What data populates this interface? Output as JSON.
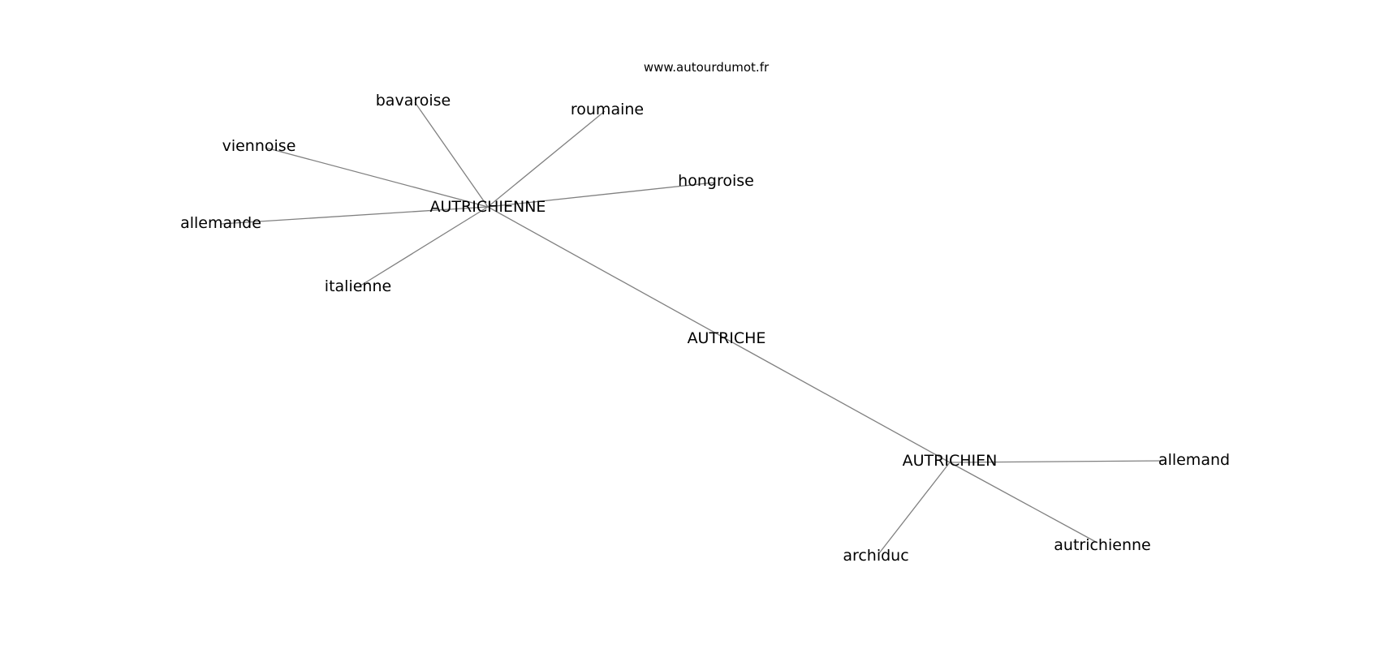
{
  "credit": "www.autourdumot.fr",
  "graph": {
    "nodes": [
      {
        "id": "autriche",
        "label": "AUTRICHE"
      },
      {
        "id": "autrichienne_hub",
        "label": "AUTRICHIENNE"
      },
      {
        "id": "autrichien_hub",
        "label": "AUTRICHIEN"
      },
      {
        "id": "bavaroise",
        "label": "bavaroise"
      },
      {
        "id": "roumaine",
        "label": "roumaine"
      },
      {
        "id": "viennoise",
        "label": "viennoise"
      },
      {
        "id": "hongroise",
        "label": "hongroise"
      },
      {
        "id": "allemande",
        "label": "allemande"
      },
      {
        "id": "italienne",
        "label": "italienne"
      },
      {
        "id": "allemand",
        "label": "allemand"
      },
      {
        "id": "archiduc",
        "label": "archiduc"
      },
      {
        "id": "autrichienne",
        "label": "autrichienne"
      }
    ],
    "edges": [
      {
        "from": "autrichienne_hub",
        "to": "autriche"
      },
      {
        "from": "autriche",
        "to": "autrichien_hub"
      },
      {
        "from": "autrichienne_hub",
        "to": "bavaroise"
      },
      {
        "from": "autrichienne_hub",
        "to": "roumaine"
      },
      {
        "from": "autrichienne_hub",
        "to": "viennoise"
      },
      {
        "from": "autrichienne_hub",
        "to": "hongroise"
      },
      {
        "from": "autrichienne_hub",
        "to": "allemande"
      },
      {
        "from": "autrichienne_hub",
        "to": "italienne"
      },
      {
        "from": "autrichien_hub",
        "to": "allemand"
      },
      {
        "from": "autrichien_hub",
        "to": "archiduc"
      },
      {
        "from": "autrichien_hub",
        "to": "autrichienne"
      }
    ]
  }
}
